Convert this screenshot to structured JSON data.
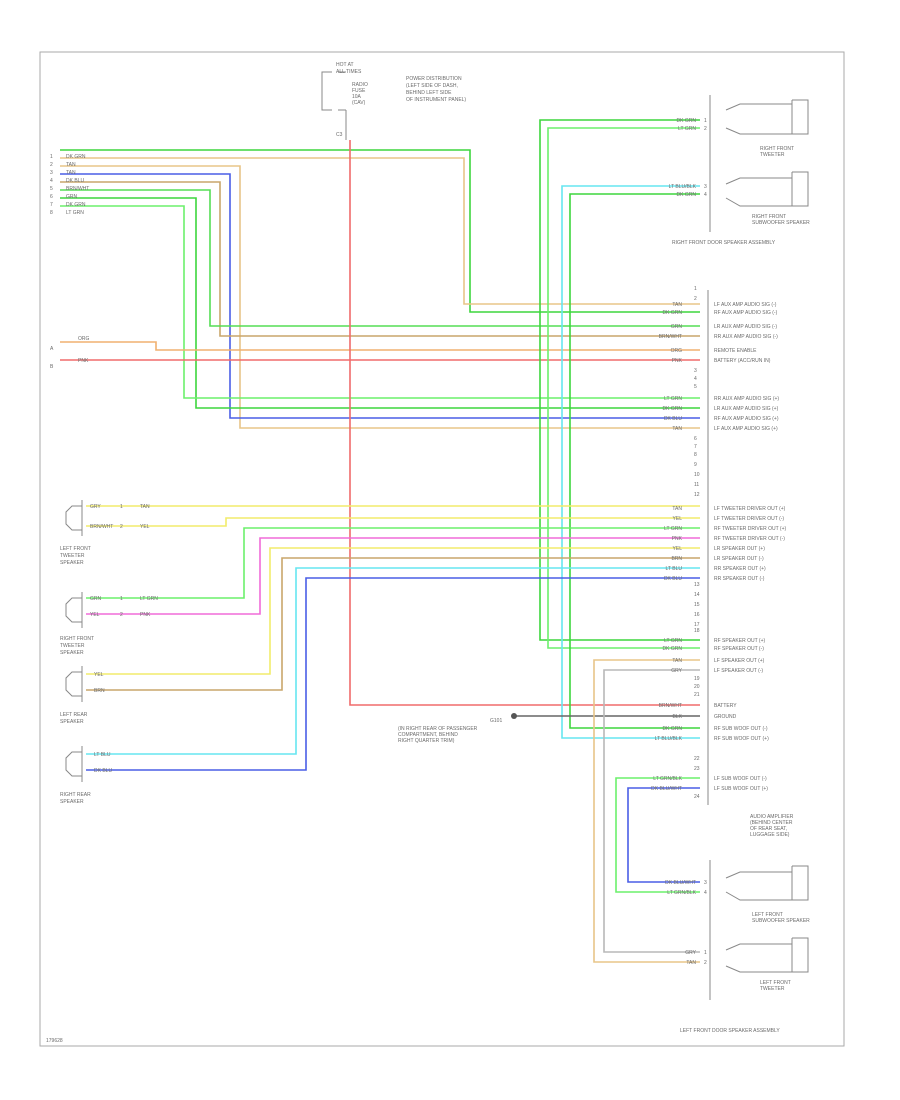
{
  "top_fuse": {
    "header_lines": [
      "HOT AT",
      "ALL TIMES"
    ],
    "fuse_lines": [
      "RADIO",
      "FUSE",
      "10A",
      "(CAV)"
    ],
    "pin": "C3"
  },
  "power_distribution_label": [
    "POWER DISTRIBUTION",
    "(LEFT SIDE OF DASH,",
    "BEHIND LEFT SIDE",
    "OF INSTRUMENT PANEL)"
  ],
  "left_pins": [
    "1",
    "2",
    "3",
    "4",
    "5",
    "6",
    "7",
    "8"
  ],
  "left_wires": [
    "DK GRN",
    "TAN",
    "TAN",
    "DK BLU",
    "BRN/WHT",
    "GRN",
    "DK GRN",
    "LT GRN"
  ],
  "mid_wires_left": [
    "ORG",
    "PNK"
  ],
  "mid_pins_left": [
    "A",
    "B"
  ],
  "rf_tweeter": {
    "wires": [
      "DK GRN",
      "LT GRN"
    ],
    "pins": [
      "1",
      "2"
    ],
    "label": [
      "RIGHT FRONT",
      "TWEETER"
    ]
  },
  "rf_woofer": {
    "wires": [
      "LT BLU/BLK",
      "DK GRN"
    ],
    "pins": [
      "3",
      "4"
    ],
    "label": [
      "RIGHT FRONT",
      "SUBWOOFER SPEAKER"
    ]
  },
  "rf_assembly_label": "RIGHT FRONT DOOR SPEAKER ASSEMBLY",
  "amp_block1": {
    "wires": [
      "TAN",
      "DK GRN",
      "GRN",
      "BRN/WHT",
      "ORG",
      "PNK"
    ],
    "labels": [
      "LF AUX AMP AUDIO SIG (-)",
      "RF AUX AMP AUDIO SIG (-)",
      "LR AUX AMP AUDIO SIG (-)",
      "RR AUX AMP AUDIO SIG (-)",
      "REMOTE ENABLE",
      "BATTERY (ACC/RUN IN)"
    ]
  },
  "amp_block2": {
    "wires": [
      "LT GRN",
      "DK GRN",
      "DK BLU",
      "TAN"
    ],
    "labels": [
      "RR AUX AMP AUDIO SIG (+)",
      "LR AUX AMP AUDIO SIG (+)",
      "RF AUX AMP AUDIO SIG (+)",
      "LF AUX AMP AUDIO SIG (+)"
    ]
  },
  "amp_block3": {
    "wires": [
      "TAN",
      "YEL",
      "LT GRN",
      "PNK",
      "YEL",
      "BRN",
      "LT BLU",
      "DK BLU"
    ],
    "labels": [
      "LF TWEETER DRIVER OUT (+)",
      "LF TWEETER DRIVER OUT (-)",
      "RF TWEETER DRIVER OUT (+)",
      "RF TWEETER DRIVER OUT (-)",
      "LR SPEAKER OUT (+)",
      "LR SPEAKER OUT (-)",
      "RR SPEAKER OUT (+)",
      "RR SPEAKER OUT (-)"
    ]
  },
  "amp_block4": {
    "wires": [
      "LT GRN",
      "DK GRN",
      "TAN",
      "GRY"
    ],
    "labels": [
      "RF SPEAKER OUT (+)",
      "RF SPEAKER OUT (-)",
      "LF SPEAKER OUT (+)",
      "LF SPEAKER OUT (-)"
    ]
  },
  "amp_block5": {
    "wires": [
      "BRN/WHT",
      "BLK",
      "DK GRN",
      "LT BLU/BLK"
    ],
    "labels": [
      "BATTERY",
      "GROUND",
      "RF SUB WOOF OUT (-)",
      "RF SUB WOOF OUT (+)"
    ]
  },
  "amp_block6": {
    "wires": [
      "LT GRN/BLK",
      "DK BLU/WHT"
    ],
    "labels": [
      "LF SUB WOOF OUT (-)",
      "LF SUB WOOF OUT (+)"
    ]
  },
  "amp_label": [
    "AUDIO AMPLIFIER",
    "(BEHIND CENTER",
    "OF REAR SEAT,",
    "LUGGAGE SIDE)"
  ],
  "ground": {
    "label": "G101",
    "lines": [
      "(IN RIGHT REAR OF PASSENGER",
      "COMPARTMENT, BEHIND",
      "RIGHT QUARTER TRIM)"
    ]
  },
  "lf_tweeter": {
    "wires_a": [
      "GRY",
      "BRN/WHT"
    ],
    "pins": [
      "1",
      "2"
    ],
    "wires_b": [
      "TAN",
      "YEL"
    ],
    "label": [
      "LEFT FRONT",
      "TWEETER",
      "SPEAKER"
    ]
  },
  "rf_tweeter_left": {
    "wires_a": [
      "GRN",
      "YEL"
    ],
    "pins": [
      "1",
      "2"
    ],
    "wires_b": [
      "LT GRN",
      "PNK"
    ],
    "label": [
      "RIGHT FRONT",
      "TWEETER",
      "SPEAKER"
    ]
  },
  "lr_speaker": {
    "wires": [
      "YEL",
      "BRN"
    ],
    "label": [
      "LEFT REAR",
      "SPEAKER"
    ]
  },
  "rr_speaker": {
    "wires": [
      "LT BLU",
      "DK BLU"
    ],
    "label": [
      "RIGHT REAR",
      "SPEAKER"
    ]
  },
  "lf_woofer": {
    "wires": [
      "DK BLU/WHT",
      "LT GRN/BLK"
    ],
    "pins": [
      "3",
      "4"
    ],
    "label": [
      "LEFT FRONT",
      "SUBWOOFER SPEAKER"
    ]
  },
  "lf_tweeter_bottom": {
    "wires": [
      "GRY",
      "TAN"
    ],
    "pins": [
      "1",
      "2"
    ],
    "label": [
      "LEFT FRONT",
      "TWEETER"
    ]
  },
  "lf_assembly_label": "LEFT FRONT DOOR SPEAKER ASSEMBLY",
  "footer_code": "179628",
  "colors": {
    "dk_grn": "#3dd63d",
    "lt_grn": "#6cf06c",
    "grn": "#55dd55",
    "tan": "#e8c588",
    "orange_tan": "#f0b070",
    "dk_blu": "#4a5ee6",
    "lt_blu": "#66e6f0",
    "brn": "#c9a66b",
    "red": "#f06b6b",
    "pink": "#f06bd8",
    "yellow": "#f2ec6b",
    "gray": "#b8b8b8",
    "black": "#666666"
  }
}
